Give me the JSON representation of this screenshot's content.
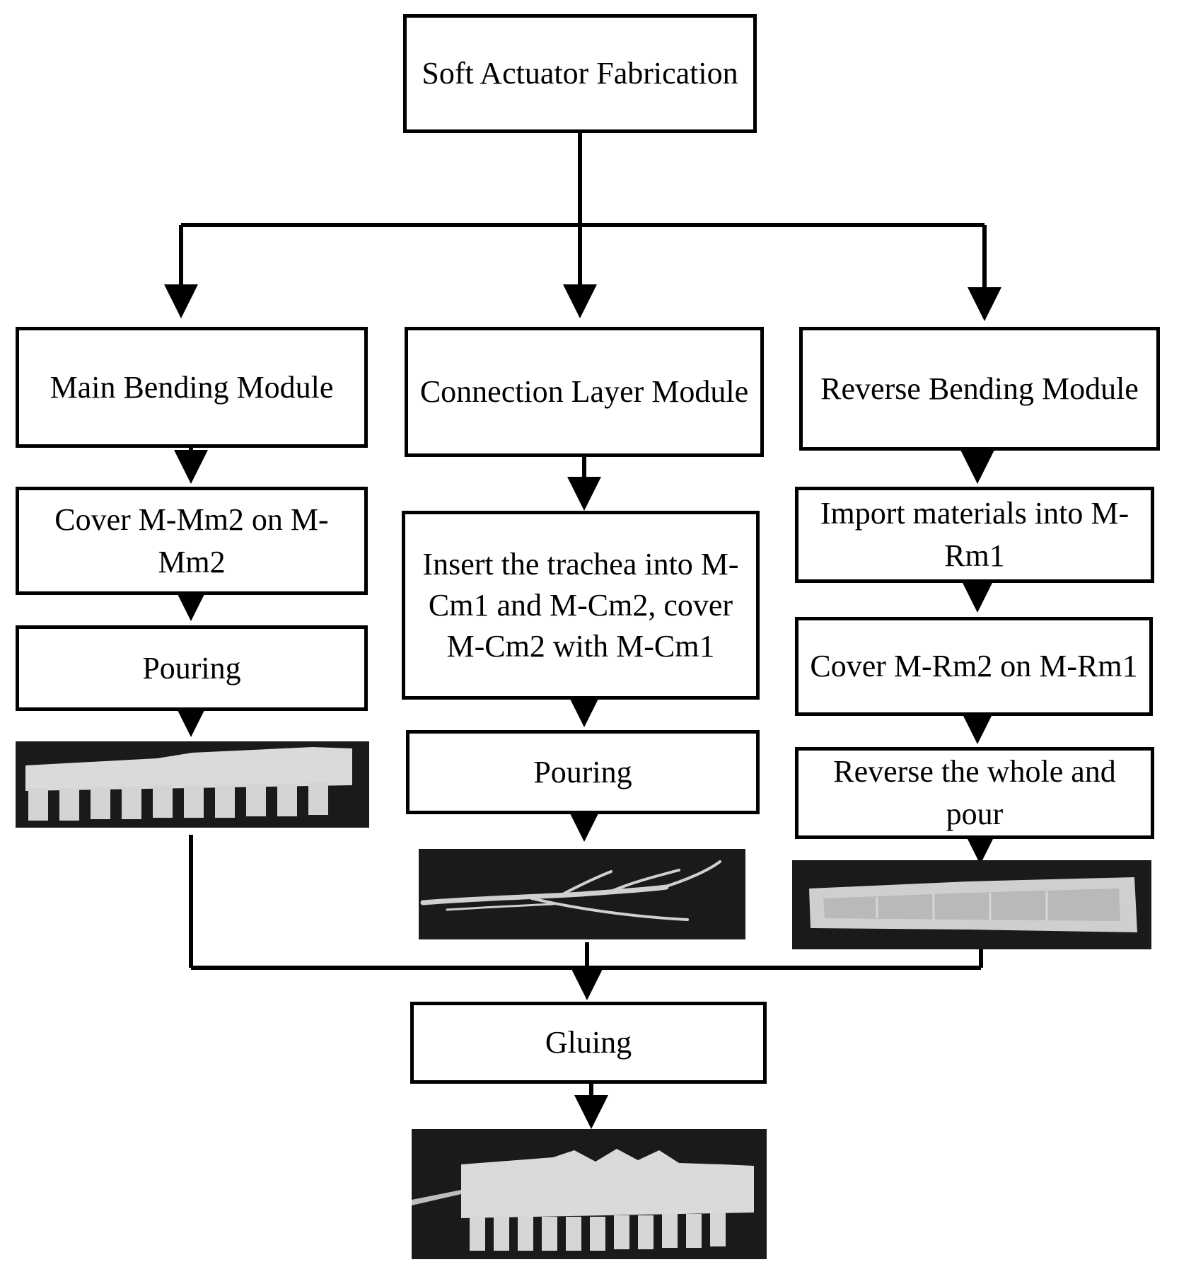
{
  "nodes": {
    "root": "Soft Actuator Fabrication",
    "main_module": "Main Bending Module",
    "connection_module": "Connection Layer Module",
    "reverse_module": "Reverse Bending Module",
    "main_step1": "Cover M-Mm2 on M-Mm2",
    "main_step2": "Pouring",
    "conn_step1": "Insert the trachea into M-Cm1 and M-Cm2, cover M-Cm2 with M-Cm1",
    "conn_step2": "Pouring",
    "rev_step1": "Import materials into M-Rm1",
    "rev_step2": "Cover M-Rm2 on M-Rm1",
    "rev_step3": "Reverse the whole and pour",
    "gluing": "Gluing"
  },
  "colors": {
    "line": "#000000",
    "photo_background": "#1a1a1a",
    "silicone": "#d9d9d9"
  }
}
